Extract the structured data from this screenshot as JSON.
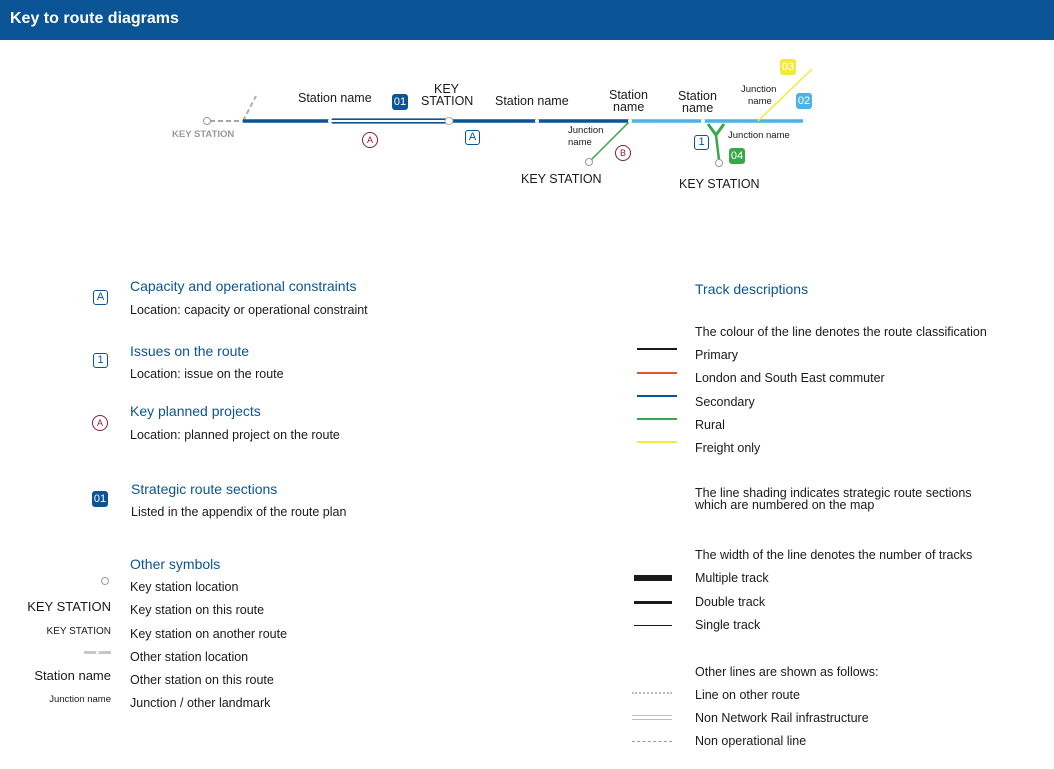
{
  "header": {
    "title": "Key to route diagrams"
  },
  "diagram": {
    "key_station_left": "KEY STATION",
    "station_name_1": "Station name",
    "badge_01": "01",
    "key_station_top_line1": "KEY",
    "key_station_top_line2": "STATION",
    "station_name_2": "Station name",
    "station_name_3_line1": "Station",
    "station_name_3_line2": "name",
    "station_name_4_line1": "Station",
    "station_name_4_line2": "name",
    "junction_top_line1": "Junction",
    "junction_top_line2": "name",
    "badge_03": "03",
    "badge_02": "02",
    "circle_a": "A",
    "box_a": "A",
    "junction_left_line1": "Junction",
    "junction_left_line2": "name",
    "circle_b": "B",
    "key_station_mid": "KEY STATION",
    "box_1": "1",
    "junction_right": "Junction name",
    "badge_04": "04",
    "key_station_right": "KEY STATION"
  },
  "legend": {
    "capacity": {
      "symbol": "A",
      "title": "Capacity and operational constraints",
      "desc": "Location:  capacity or operational constraint"
    },
    "issues": {
      "symbol": "1",
      "title": "Issues on the route",
      "desc": "Location:  issue on the route"
    },
    "projects": {
      "symbol": "A",
      "title": "Key planned projects",
      "desc": "Location:  planned project on the route"
    },
    "sections": {
      "symbol": "01",
      "title": "Strategic route sections",
      "desc": "Listed in the appendix of the route plan"
    },
    "other": {
      "title": "Other symbols",
      "key_station_location": "Key station location",
      "key_station_this_sample": "KEY STATION",
      "key_station_this": "Key station on this route",
      "key_station_another_sample": "KEY STATION",
      "key_station_another": "Key station on another route",
      "other_station_location": "Other station location",
      "station_sample": "Station name",
      "other_station_this": "Other station on this route",
      "junction_sample": "Junction name",
      "junction_landmark": "Junction / other landmark"
    }
  },
  "tracks": {
    "title": "Track descriptions",
    "colour_intro": "The colour of the line denotes the route classification",
    "classifications": [
      {
        "label": "Primary",
        "color": "#1a1a1a"
      },
      {
        "label": "London and South East commuter",
        "color": "#e2572a"
      },
      {
        "label": "Secondary",
        "color": "#0b5496"
      },
      {
        "label": "Rural",
        "color": "#3aa84a"
      },
      {
        "label": "Freight only",
        "color": "#f4ea3a"
      }
    ],
    "shading_line1": "The line shading indicates strategic route sections",
    "shading_line2": "which are numbered on the map",
    "width_intro": "The width of the line denotes the number of tracks",
    "widths": [
      "Multiple track",
      "Double track",
      "Single track"
    ],
    "other_intro": "Other lines are shown as follows:",
    "other_lines": [
      "Line on other route",
      "Non Network Rail infrastructure",
      "Non operational line"
    ]
  },
  "colors": {
    "brand": "#0b5496",
    "light_blue": "#4bb3e6",
    "rural": "#3aa84a",
    "freight": "#f4ea3a",
    "project": "#8a1c3a"
  }
}
